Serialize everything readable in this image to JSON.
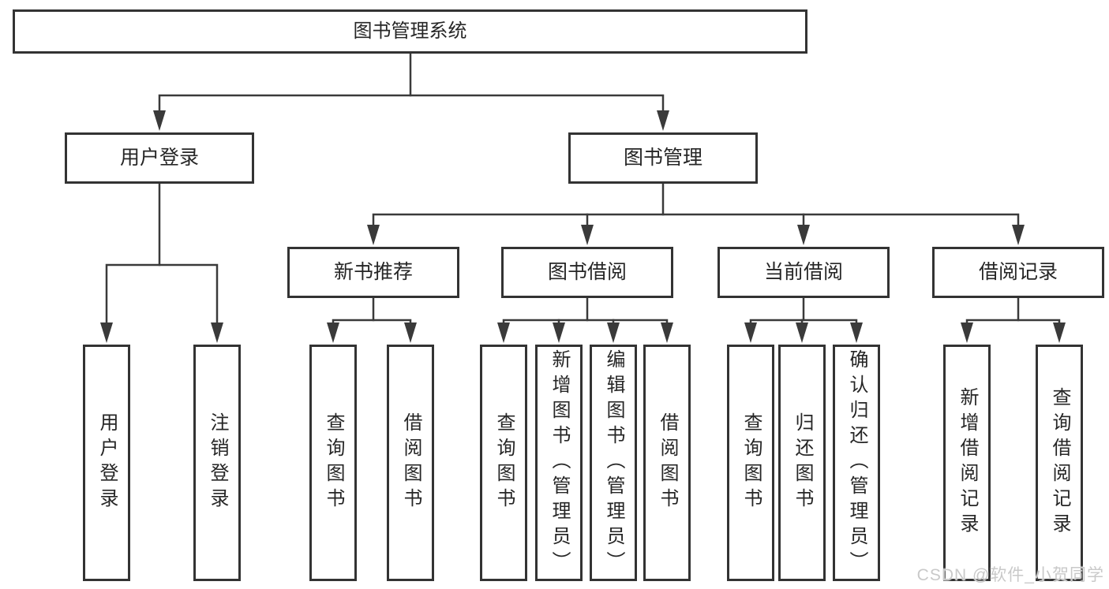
{
  "diagram": {
    "root": {
      "label": "图书管理系统"
    },
    "branches": [
      {
        "label": "用户登录",
        "children": [
          {
            "label": "用户登录"
          },
          {
            "label": "注销登录"
          }
        ]
      },
      {
        "label": "图书管理",
        "children": [
          {
            "label": "新书推荐",
            "children": [
              {
                "label": "查询图书"
              },
              {
                "label": "借阅图书"
              }
            ]
          },
          {
            "label": "图书借阅",
            "children": [
              {
                "label": "查询图书"
              },
              {
                "label": "新增图书（管理员）"
              },
              {
                "label": "编辑图书（管理员）"
              },
              {
                "label": "借阅图书"
              }
            ]
          },
          {
            "label": "当前借阅",
            "children": [
              {
                "label": "查询图书"
              },
              {
                "label": "归还图书"
              },
              {
                "label": "确认归还（管理员）"
              }
            ]
          },
          {
            "label": "借阅记录",
            "children": [
              {
                "label": "新增借阅记录"
              },
              {
                "label": "查询借阅记录"
              }
            ]
          }
        ]
      }
    ]
  },
  "watermark": {
    "text": "CSDN @软件_小贺同学"
  },
  "colors": {
    "line": "#3a3a3a",
    "box_border": "#333333",
    "text": "#262626",
    "background": "#ffffff",
    "watermark": "#c9c9c9"
  }
}
